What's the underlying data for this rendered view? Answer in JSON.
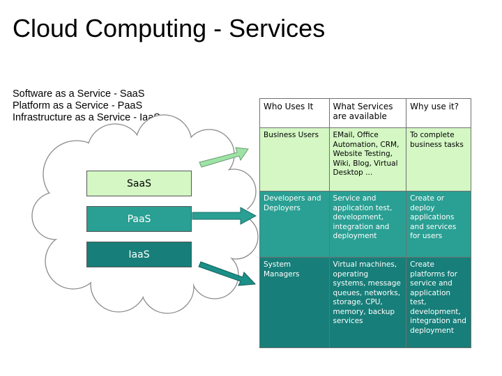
{
  "title": "Cloud Computing - Services",
  "bullets": [
    "Software as a Service - SaaS",
    "Platform as a Service - PaaS",
    "Infrastructure as a Service - IaaS"
  ],
  "layers": [
    "SaaS",
    "PaaS",
    "IaaS"
  ],
  "table": {
    "headers": [
      "Who Uses It",
      "What Services are available",
      "Why use it?"
    ],
    "rows": [
      [
        "Business Users",
        "EMail, Office Automation, CRM, Website Testing, Wiki, Blog, Virtual Desktop ...",
        "To complete business tasks"
      ],
      [
        "Developers and Deployers",
        "Service and application test, development, integration and deployment",
        "Create or deploy applications and services for users"
      ],
      [
        "System Managers",
        "Virtual machines, operating systems, message queues, networks, storage, CPU, memory, backup services",
        "Create platforms for service and application test, development, integration and deployment"
      ]
    ]
  },
  "colors": {
    "saas": "#d4f7c4",
    "paas": "#2a9f93",
    "iaas": "#177e79",
    "arrow_light": "#9ee3a6",
    "arrow_dark": "#1b8f88"
  }
}
